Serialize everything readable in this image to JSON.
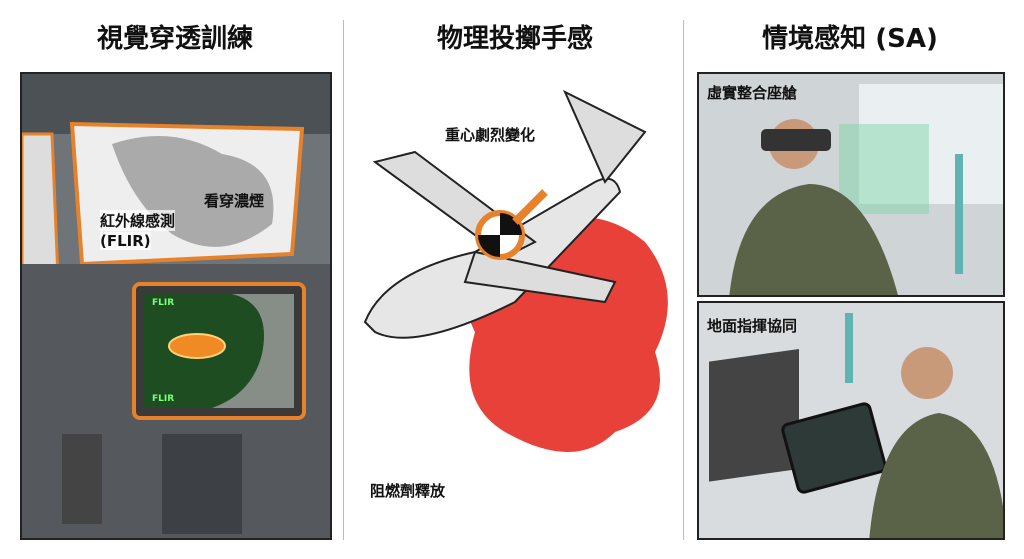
{
  "sections": [
    {
      "title": "視覺穿透訓練",
      "labels": {
        "smoke": "看穿濃煙",
        "flir_line1": "紅外線感測",
        "flir_line2": "(FLIR)",
        "screen_top": "FLIR",
        "screen_bottom": "FLIR"
      }
    },
    {
      "title": "物理投擲手感",
      "labels": {
        "cg": "重心劇烈變化",
        "retardant": "阻燃劑釋放"
      }
    },
    {
      "title": "情境感知 (SA)",
      "labels": {
        "vr": "虛實整合座艙",
        "ground": "地面指揮協同"
      }
    }
  ],
  "colors": {
    "accent": "#e8822a",
    "flir_green": "#2f8a3a",
    "retardant": "#e8413a",
    "link": "#5fb3b3"
  }
}
